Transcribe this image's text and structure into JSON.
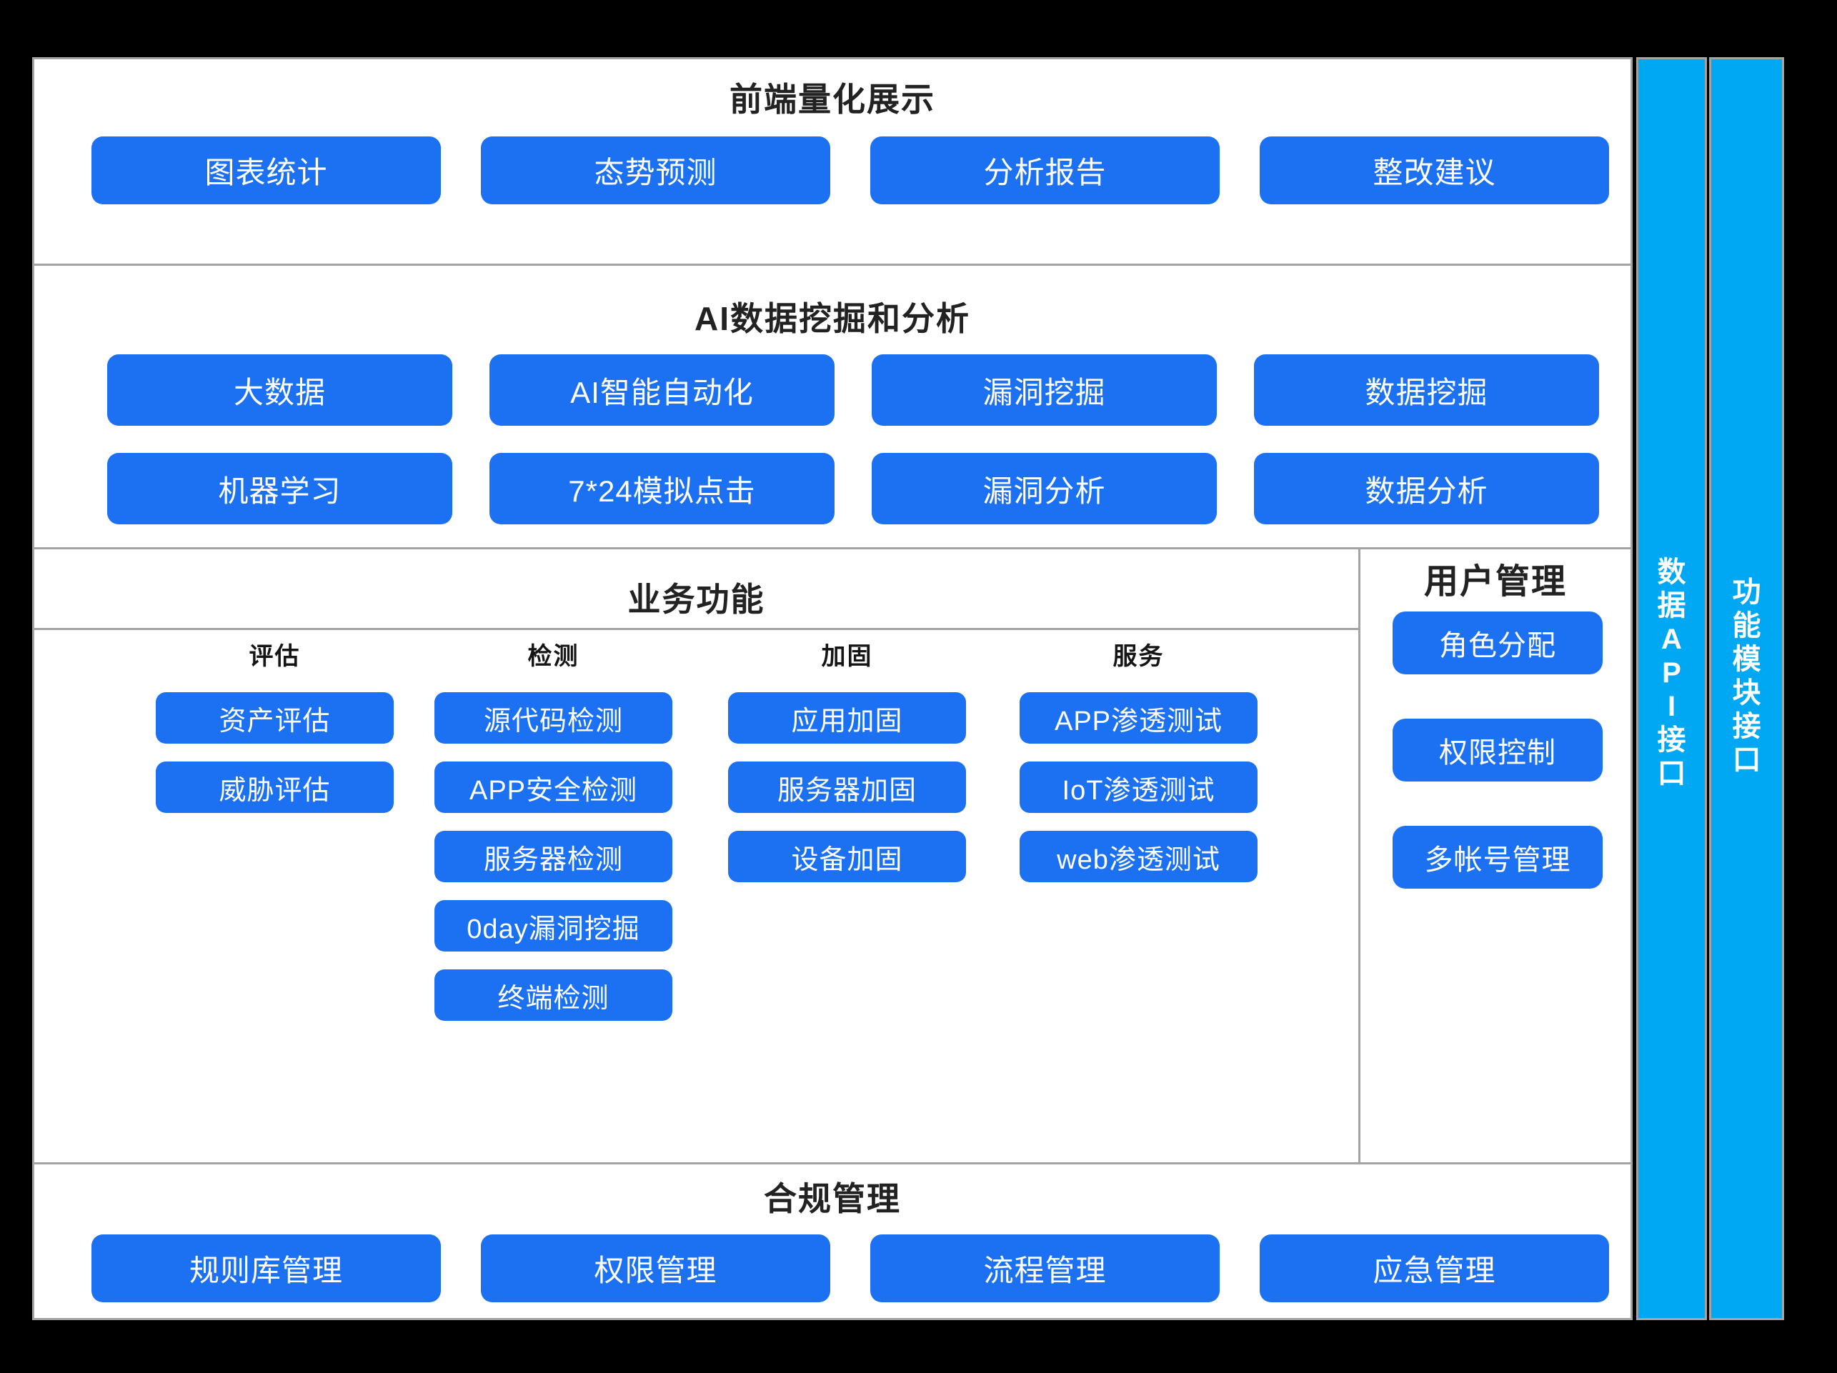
{
  "colors": {
    "button_blue": "#1c70f2",
    "bar_cyan": "#00a8f3",
    "border_gray": "#a3a3a3",
    "title_text": "#222222",
    "button_text": "#ffffff",
    "background": "#000000"
  },
  "sections": {
    "frontend": {
      "title": "前端量化展示",
      "buttons": [
        "图表统计",
        "态势预测",
        "分析报告",
        "整改建议"
      ]
    },
    "ai": {
      "title": "AI数据挖掘和分析",
      "rows": [
        [
          "大数据",
          "AI智能自动化",
          "漏洞挖掘",
          "数据挖掘"
        ],
        [
          "机器学习",
          "7*24模拟点击",
          "漏洞分析",
          "数据分析"
        ]
      ]
    },
    "business": {
      "title": "业务功能",
      "columns": [
        {
          "header": "评估",
          "buttons": [
            "资产评估",
            "威胁评估"
          ]
        },
        {
          "header": "检测",
          "buttons": [
            "源代码检测",
            "APP安全检测",
            "服务器检测",
            "0day漏洞挖掘",
            "终端检测"
          ]
        },
        {
          "header": "加固",
          "buttons": [
            "应用加固",
            "服务器加固",
            "设备加固"
          ]
        },
        {
          "header": "服务",
          "buttons": [
            "APP渗透测试",
            "IoT渗透测试",
            "web渗透测试"
          ]
        }
      ]
    },
    "user": {
      "title": "用户管理",
      "buttons": [
        "角色分配",
        "权限控制",
        "多帐号管理"
      ]
    },
    "compliance": {
      "title": "合规管理",
      "buttons": [
        "规则库管理",
        "权限管理",
        "流程管理",
        "应急管理"
      ]
    }
  },
  "sidebars": [
    {
      "label": "数据API接口",
      "chars": [
        "数",
        "据",
        "A",
        "P",
        "I",
        "接",
        "口"
      ]
    },
    {
      "label": "功能模块接口",
      "chars": [
        "功",
        "能",
        "模",
        "块",
        "接",
        "口"
      ]
    }
  ]
}
